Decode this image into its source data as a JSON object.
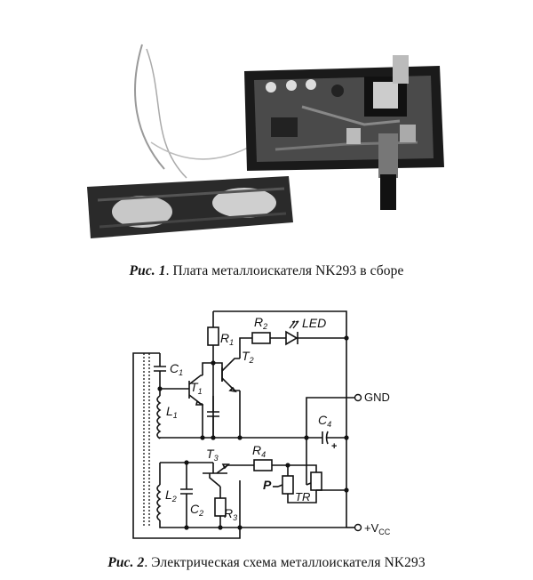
{
  "figure1": {
    "caption_lead": "Рис. 1",
    "caption_text": ". Плата металлоискателя NK293 в сборе"
  },
  "figure2": {
    "caption_lead": "Рис. 2",
    "caption_text": ". Электрическая схема металлоискателя NK293",
    "labels": {
      "r1": "R",
      "r1_sub": "1",
      "r2": "R",
      "r2_sub": "2",
      "r3": "R",
      "r3_sub": "3",
      "r4": "R",
      "r4_sub": "4",
      "c1": "C",
      "c1_sub": "1",
      "c2": "C",
      "c2_sub": "2",
      "c4": "C",
      "c4_sub": "4",
      "t1": "T",
      "t1_sub": "1",
      "t2": "T",
      "t2_sub": "2",
      "t3": "T",
      "t3_sub": "3",
      "l1": "L",
      "l1_sub": "1",
      "l2": "L",
      "l2_sub": "2",
      "led": "LED",
      "p": "P",
      "tr": "TR",
      "gnd": "GND",
      "vcc": "+V",
      "vcc_sub": "CC",
      "plus": "+"
    }
  }
}
